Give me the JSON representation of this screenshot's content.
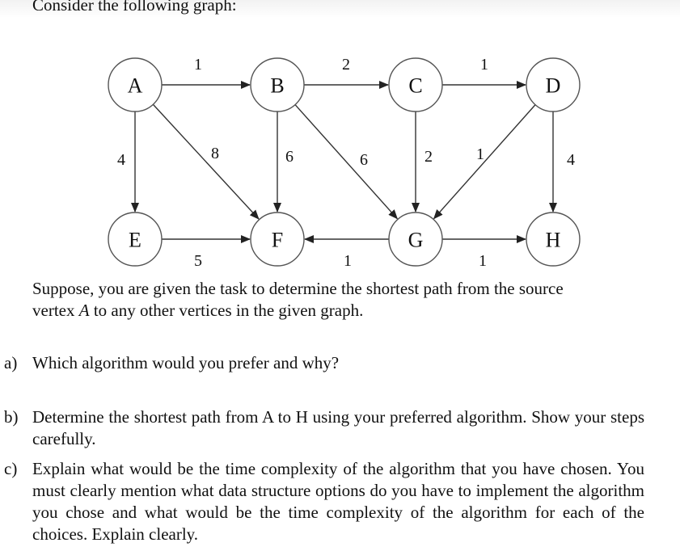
{
  "intro": "Consider the following graph:",
  "graph": {
    "nodes": [
      {
        "id": "A",
        "label": "A"
      },
      {
        "id": "B",
        "label": "B"
      },
      {
        "id": "C",
        "label": "C"
      },
      {
        "id": "D",
        "label": "D"
      },
      {
        "id": "E",
        "label": "E"
      },
      {
        "id": "F",
        "label": "F"
      },
      {
        "id": "G",
        "label": "G"
      },
      {
        "id": "H",
        "label": "H"
      }
    ],
    "edges": [
      {
        "from": "A",
        "to": "B",
        "weight": "1"
      },
      {
        "from": "B",
        "to": "C",
        "weight": "2"
      },
      {
        "from": "C",
        "to": "D",
        "weight": "1"
      },
      {
        "from": "A",
        "to": "E",
        "weight": "4"
      },
      {
        "from": "A",
        "to": "F",
        "weight": "8"
      },
      {
        "from": "B",
        "to": "F",
        "weight": "6"
      },
      {
        "from": "B",
        "to": "G",
        "weight": "6"
      },
      {
        "from": "C",
        "to": "G",
        "weight": "2"
      },
      {
        "from": "D",
        "to": "G",
        "weight": "1"
      },
      {
        "from": "D",
        "to": "H",
        "weight": "4"
      },
      {
        "from": "E",
        "to": "F",
        "weight": "5"
      },
      {
        "from": "G",
        "to": "F",
        "weight": "1"
      },
      {
        "from": "G",
        "to": "H",
        "weight": "1"
      }
    ]
  },
  "problem": {
    "line1": "Suppose, you are given the task to determine the shortest path from the source",
    "line2_prefix": "vertex ",
    "line2_var": "A",
    "line2_suffix": " to any other vertices in the given graph."
  },
  "questions": [
    {
      "letter": "a)",
      "text": "Which algorithm would you prefer and why?"
    },
    {
      "letter": "b)",
      "text": "Determine the shortest path from A to H using your preferred algorithm. Show your steps carefully."
    },
    {
      "letter": "c)",
      "text": "Explain what would be the time complexity of the algorithm that you have chosen. You must clearly mention what data structure options do you have to implement the algorithm you chose and what would be the time complexity of the algorithm for each of the choices. Explain clearly."
    }
  ]
}
